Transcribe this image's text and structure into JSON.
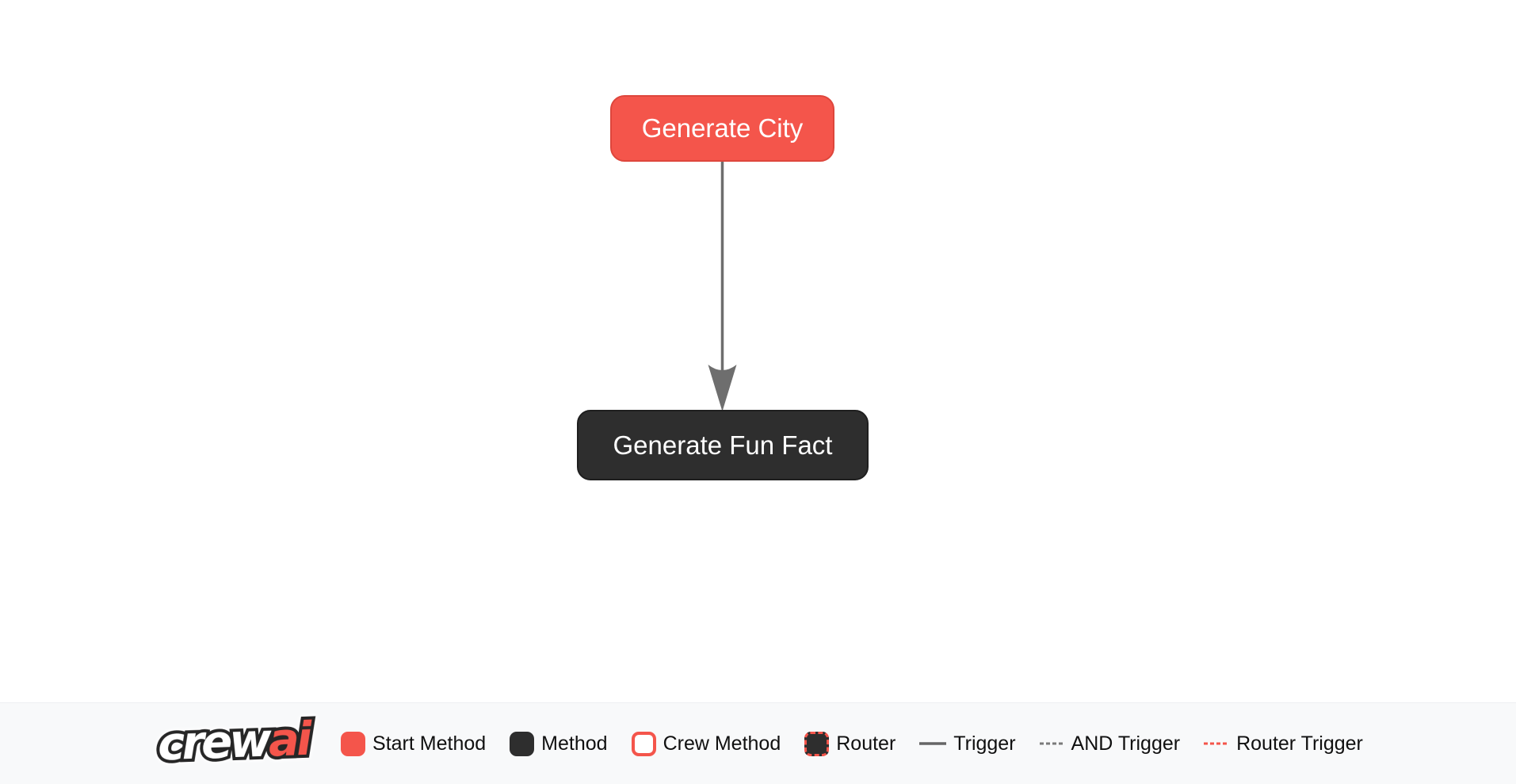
{
  "canvas": {
    "nodes": [
      {
        "id": "generate_city",
        "label": "Generate City",
        "type": "start-method",
        "fill": "#F4554B",
        "border": "#DE463C",
        "text_color": "#FFFFFF"
      },
      {
        "id": "generate_fun_fact",
        "label": "Generate Fun Fact",
        "type": "method",
        "fill": "#2E2E2E",
        "border": "#1F1F1F",
        "text_color": "#FFFFFF"
      }
    ],
    "edges": [
      {
        "from": "generate_city",
        "to": "generate_fun_fact",
        "type": "trigger",
        "color": "#6E6E6E"
      }
    ]
  },
  "legend": {
    "logo": {
      "part1": "crew",
      "part2": "ai",
      "part1_color": "#FFFFFF",
      "part2_color": "#F4554B",
      "outline_color": "#262626"
    },
    "items": [
      {
        "label": "Start Method",
        "swatch": "start-method-box"
      },
      {
        "label": "Method",
        "swatch": "method-box"
      },
      {
        "label": "Crew Method",
        "swatch": "crew-method-box"
      },
      {
        "label": "Router",
        "swatch": "router-box"
      },
      {
        "label": "Trigger",
        "swatch": "solid-gray-line"
      },
      {
        "label": "AND Trigger",
        "swatch": "dashed-gray-line"
      },
      {
        "label": "Router Trigger",
        "swatch": "dashed-red-line"
      }
    ],
    "colors": {
      "accent_red": "#F4554B",
      "dark": "#2E2E2E",
      "trigger_line": "#666666",
      "and_trigger_line": "#7A7A7A",
      "router_trigger_line": "#F4554B",
      "bar_background": "#F8F9FA"
    }
  }
}
